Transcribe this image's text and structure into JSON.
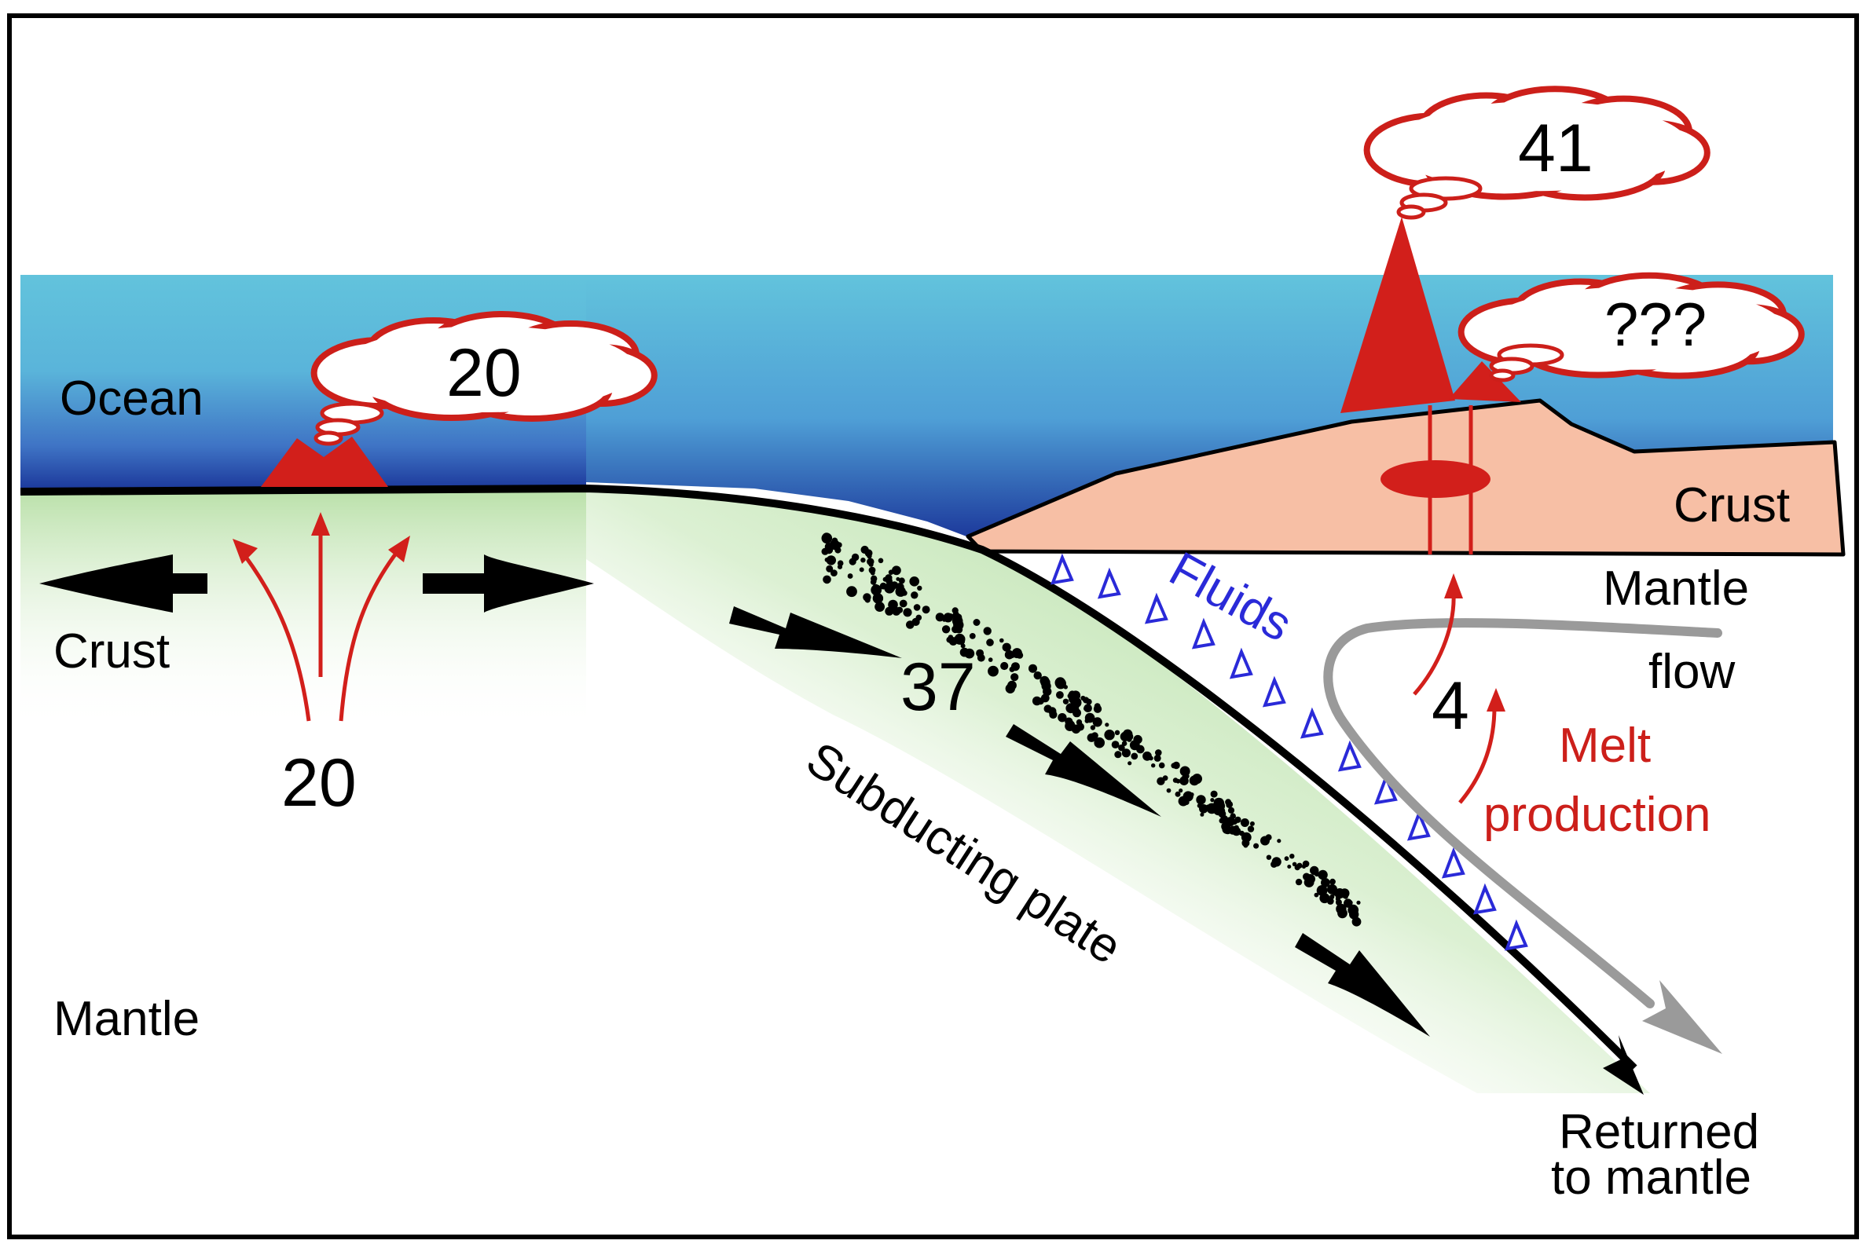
{
  "labels": {
    "ocean": "Ocean",
    "crust_left": "Crust",
    "mantle_left": "Mantle",
    "crust_right": "Crust",
    "mantle_flow_1": "Mantle",
    "mantle_flow_2": "flow",
    "fluids": "Fluids",
    "subducting_plate": "Subducting plate",
    "melt_1": "Melt",
    "melt_2": "production",
    "returned_1": "Returned",
    "returned_2": "to mantle"
  },
  "values": {
    "ridge_output": "20",
    "ridge_input": "20",
    "subduction": "37",
    "arc_output": "41",
    "unknown_output": "???",
    "melt": "4"
  },
  "colors": {
    "ocean_top": "#62c3dc",
    "ocean_bottom": "#1d3a9c",
    "plate_green": "#8fcf7e",
    "continental_crust": "#f7bfa5",
    "volcano_red": "#d21f1b",
    "fluid_blue": "#2a2ad8",
    "mantle_flow_gray": "#9a9a9a"
  }
}
